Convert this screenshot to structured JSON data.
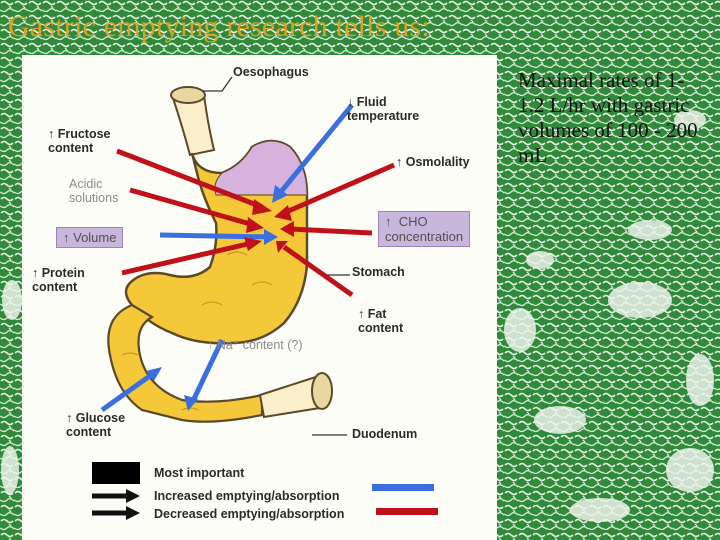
{
  "slide": {
    "title": "Gastric emptying research tells us:",
    "side_note": "Maximal rates of 1-1.2 L/hr with gastric volumes of 100 - 200 mL"
  },
  "diagram": {
    "labels": {
      "oesophagus": "Oesophagus",
      "fluid_temperature": "↓ Fluid\ntemperature",
      "fructose": "↑ Fructose\ncontent",
      "osmolality": "↑ Osmolality",
      "acidic": "Acidic\nsolutions",
      "volume": "↑ Volume",
      "cho": "↑  CHO\nconcentration",
      "protein": "↑ Protein\ncontent",
      "stomach": "Stomach",
      "fat": "↑ Fat\ncontent",
      "sodium": "↑ Na⁺ content (?)",
      "glucose": "↑ Glucose\ncontent",
      "duodenum": "Duodenum"
    },
    "legend": {
      "most_important": "Most important",
      "increased": "Increased emptying/absorption",
      "decreased": "Decreased emptying/absorption"
    },
    "colors": {
      "increased": "#3b6fe0",
      "decreased": "#c0101a",
      "stomach_fill": "#f5c83a",
      "fundus_fill": "#d6b2dc",
      "background_green": "#2f8a3a"
    }
  }
}
